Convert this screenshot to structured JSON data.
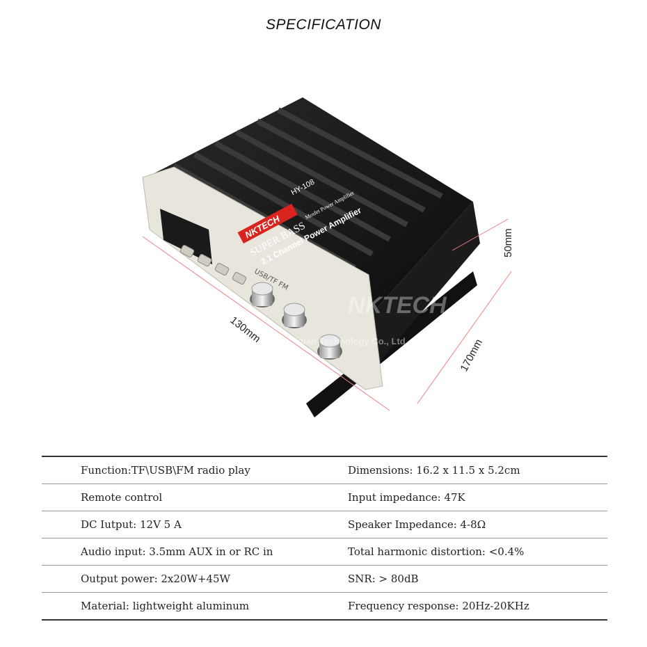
{
  "title": "SPECIFICATION",
  "dimension_labels": {
    "length": "130mm",
    "height": "50mm",
    "width": "170mm"
  },
  "device": {
    "brand": "NKTECH",
    "model": "HY-108",
    "line1": "SUPER BASS",
    "line2": "Mosfet Power Amplifier",
    "line3": "2.1 Channel Power Amplifier",
    "panel_label": "USB/TF FM"
  },
  "watermark": {
    "text": "NKTECH",
    "subtext": "Shenzhen Nkechuan Technology Co., Ltd"
  },
  "specs": [
    {
      "left": "Function:TF\\USB\\FM radio play",
      "right": "Dimensions: 16.2 x 11.5 x 5.2cm"
    },
    {
      "left": "Remote control",
      "right": "Input impedance: 47K"
    },
    {
      "left": "DC Iutput: 12V 5 A",
      "right": "Speaker Impedance: 4-8Ω"
    },
    {
      "left": "Audio input: 3.5mm AUX in or RC in",
      "right": "Total harmonic distortion: <0.4%"
    },
    {
      "left": "Output power: 2x20W+45W",
      "right": "SNR: > 80dB"
    },
    {
      "left": "Material: lightweight aluminum",
      "right": "Frequency response: 20Hz-20KHz"
    }
  ],
  "colors": {
    "body": "#151515",
    "fin": "#2c2c2c",
    "panel": "#e8e6dc",
    "dimension_line": "#f08080",
    "brand_red": "#d9231f"
  }
}
